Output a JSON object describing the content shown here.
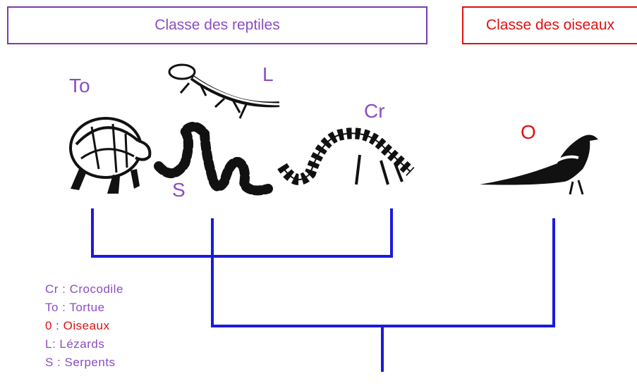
{
  "headers": {
    "reptiles": "Classe des reptiles",
    "oiseaux": "Classe des oiseaux"
  },
  "labels": {
    "tortue": "To",
    "lezard": "L",
    "crocodile": "Cr",
    "serpent": "S",
    "oiseau": "O"
  },
  "legend": [
    {
      "text": "Cr : Crocodile",
      "color": "#8a4dc0"
    },
    {
      "text": "To : Tortue",
      "color": "#8a4dc0"
    },
    {
      "text": "0 : Oiseaux",
      "color": "#e01010"
    },
    {
      "text": "L: Lézards",
      "color": "#8a4dc0"
    },
    {
      "text": "S : Serpents",
      "color": "#8a4dc0"
    }
  ],
  "colors": {
    "reptiles": "#8a4dc0",
    "oiseaux": "#e01010",
    "tree": "#1a1adc"
  }
}
